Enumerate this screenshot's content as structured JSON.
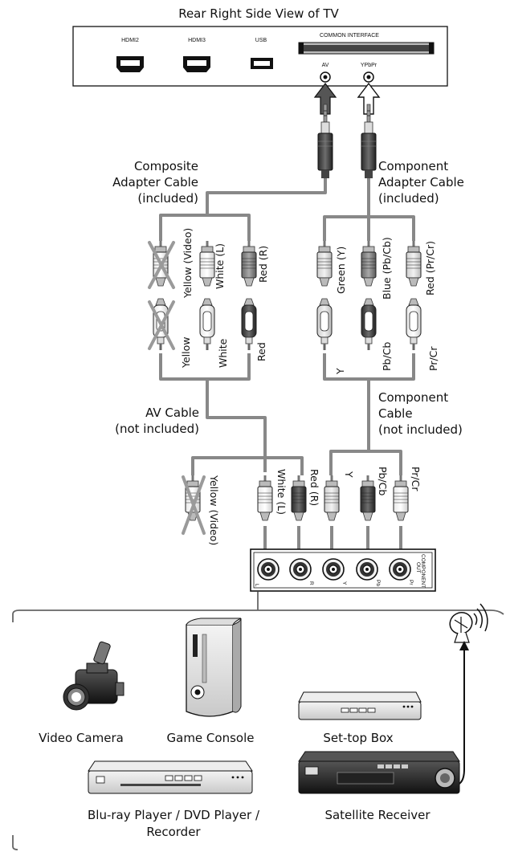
{
  "tv": {
    "title": "Rear Right Side View of TV",
    "ports": {
      "hdmi2": "HDMI2",
      "hdmi3": "HDMI3",
      "usb": "USB",
      "common_interface": "COMMON INTERFACE",
      "av": "AV",
      "ypbpr": "YPbPr"
    }
  },
  "composite_cable": {
    "line1": "Composite",
    "line2": "Adapter Cable",
    "line3": "(included)"
  },
  "component_adapter": {
    "line1": "Component",
    "line2": "Adapter Cable",
    "line3": "(included)"
  },
  "plug_labels_top": {
    "yellow_video": "Yellow (Video)",
    "white_l": "White (L)",
    "red_r": "Red (R)",
    "green_y": "Green (Y)",
    "blue_pbcb": "Blue (Pb/Cb)",
    "red_prcr": "Red (Pr/Cr)"
  },
  "plug_labels_bottom": {
    "yellow": "Yellow",
    "white": "White",
    "red": "Red",
    "y": "Y",
    "pbcb": "Pb/Cb",
    "prcr": "Pr/Cr"
  },
  "av_cable": {
    "line1": "AV Cable",
    "line2": "(not included)"
  },
  "component_cable": {
    "line1": "Component",
    "line2": "Cable",
    "line3": "(not included)"
  },
  "plug_labels_lower": {
    "yellow_video": "Yellow (Video)",
    "white_l": "White (L)",
    "red_r": "Red (R)",
    "y": "Y",
    "pbcb": "Pb/Cb",
    "prcr": "Pr/Cr"
  },
  "panel": {
    "l": "L",
    "r": "R",
    "y": "Y",
    "pb": "Pb",
    "pr": "Pr",
    "component_out_1": "COMPONENT",
    "component_out_2": "OUT"
  },
  "devices": {
    "video_camera": "Video Camera",
    "game_console": "Game Console",
    "settop_box": "Set-top Box",
    "bluray_line1": "Blu-ray Player / DVD Player /",
    "bluray_line2": "Recorder",
    "satellite_receiver": "Satellite Receiver"
  },
  "icons": [
    "hdmi-port-icon",
    "usb-port-icon",
    "arrow-up-icon",
    "rca-plug-icon",
    "video-camera-icon",
    "game-console-icon",
    "settop-box-icon",
    "bluray-player-icon",
    "satellite-receiver-icon",
    "satellite-dish-icon"
  ]
}
